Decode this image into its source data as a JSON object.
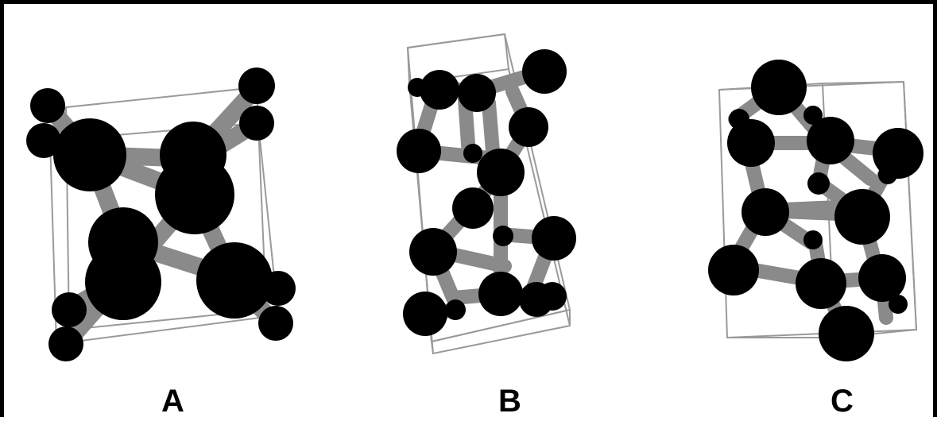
{
  "panels": [
    {
      "label": "A"
    },
    {
      "label": "B"
    },
    {
      "label": "C"
    }
  ],
  "colors": {
    "atom": "#000000",
    "bond": "#8c8c8c",
    "cell_edge": "#9a9a9a",
    "frame": "#000000",
    "background": "#ffffff"
  }
}
